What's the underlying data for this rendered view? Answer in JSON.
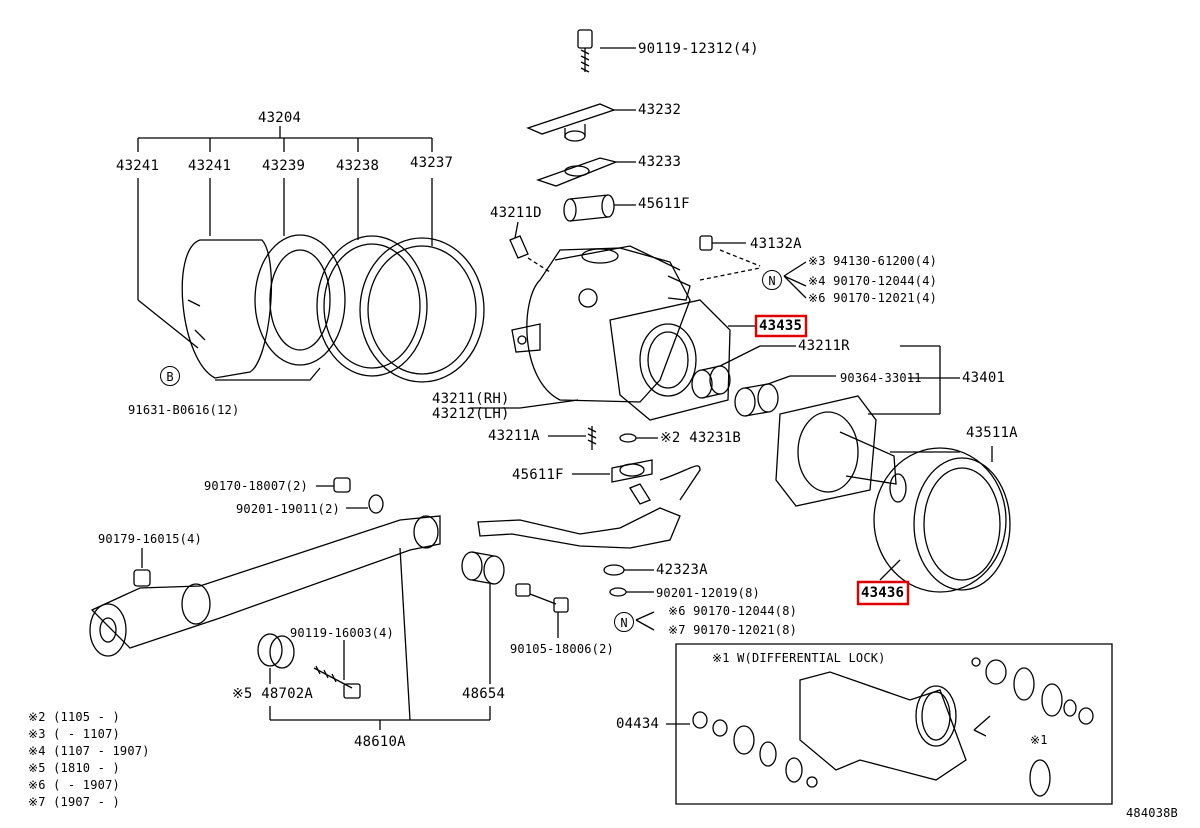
{
  "labels": {
    "p90119_12312": "90119-12312(4)",
    "p43232": "43232",
    "p43233": "43233",
    "p45611F_top": "45611F",
    "p43211D": "43211D",
    "p43132A": "43132A",
    "note3": "※3 94130-61200(4)",
    "note4": "※4 90170-12044(4)",
    "note6a": "※6 90170-12021(4)",
    "p43435": "43435",
    "p43211R": "43211R",
    "p90364": "90364-33011",
    "p43401": "43401",
    "p43204": "43204",
    "p43241a": "43241",
    "p43241b": "43241",
    "p43239": "43239",
    "p43238": "43238",
    "p43237": "43237",
    "p91631": "91631-B0616(12)",
    "p43211_rh": "43211(RH)",
    "p43212_lh": "43212(LH)",
    "p43211A": "43211A",
    "p43231B": "※2 43231B",
    "p45611F_bot": "45611F",
    "p43511A": "43511A",
    "p90170_18007": "90170-18007(2)",
    "p90201_19011": "90201-19011(2)",
    "p90179": "90179-16015(4)",
    "p42323A": "42323A",
    "p90201_12019": "90201-12019(8)",
    "note6b": "※6  90170-12044(8)",
    "note7": "※7  90170-12021(8)",
    "p43436": "43436",
    "p90119_16003": "90119-16003(4)",
    "p90105": "90105-18006(2)",
    "p48702A": "※5 48702A",
    "p48654": "48654",
    "p48610A": "48610A",
    "p04434": "04434",
    "box_title": "※1 W(DIFFERENTIAL LOCK)",
    "box_note1": "※1",
    "fig_code": "484038B"
  },
  "markers": {
    "b_letter": "B",
    "n_letter_top": "N",
    "n_letter_bot": "N"
  },
  "footnotes": [
    "※2 (1105 -      )",
    "※3 (      - 1107)",
    "※4 (1107 - 1907)",
    "※5 (1810 -      )",
    "※6 (      - 1907)",
    "※7 (1907 -      )"
  ],
  "highlight_color": "#e00000"
}
